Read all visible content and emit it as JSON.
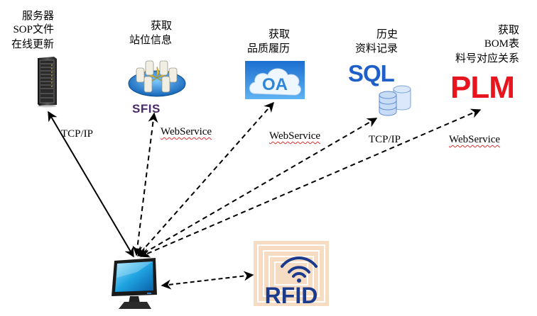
{
  "diagram": {
    "title": "",
    "nodes": [
      {
        "id": "server",
        "label_lines": [
          "服务器",
          "SOP文件",
          "在线更新"
        ],
        "icon": "server-rack-icon"
      },
      {
        "id": "sfis",
        "label_lines": [
          "获取",
          "站位信息"
        ],
        "icon": "sfis-network-icon",
        "logo_text": "SFIS"
      },
      {
        "id": "oa",
        "label_lines": [
          "获取",
          "品质履历"
        ],
        "icon": "oa-cloud-icon",
        "logo_text": "OA"
      },
      {
        "id": "sql",
        "label_lines": [
          "历史",
          "资料记录"
        ],
        "icon": "sql-database-icon",
        "logo_text": "SQL"
      },
      {
        "id": "plm",
        "label_lines": [
          "获取",
          "BOM表",
          "料号对应关系"
        ],
        "icon": "plm-logo-icon",
        "logo_text": "PLM"
      },
      {
        "id": "terminal",
        "label_lines": [],
        "icon": "monitor-icon"
      },
      {
        "id": "rfid",
        "label_lines": [],
        "icon": "rfid-tag-icon",
        "logo_text": "RFID"
      }
    ],
    "edges": [
      {
        "from": "terminal",
        "to": "server",
        "label": "TCP/IP",
        "style": "solid",
        "bidirectional": true
      },
      {
        "from": "terminal",
        "to": "sfis",
        "label": "WebService",
        "style": "dashed",
        "bidirectional": true
      },
      {
        "from": "terminal",
        "to": "oa",
        "label": "WebService",
        "style": "dashed",
        "bidirectional": true
      },
      {
        "from": "terminal",
        "to": "sql",
        "label": "TCP/IP",
        "style": "dashed",
        "bidirectional": true
      },
      {
        "from": "terminal",
        "to": "plm",
        "label": "WebService",
        "style": "dashed",
        "bidirectional": true
      },
      {
        "from": "terminal",
        "to": "rfid",
        "label": "",
        "style": "dashed",
        "bidirectional": true
      }
    ],
    "colors": {
      "plm_red": "#e8141e",
      "sql_blue": "#1f5fc8",
      "oa_blue": "#2e86d8",
      "rfid_navy": "#1c3a8c",
      "rfid_bg": "#f6dcc2",
      "spellcheck_underline": "#e03030"
    }
  }
}
